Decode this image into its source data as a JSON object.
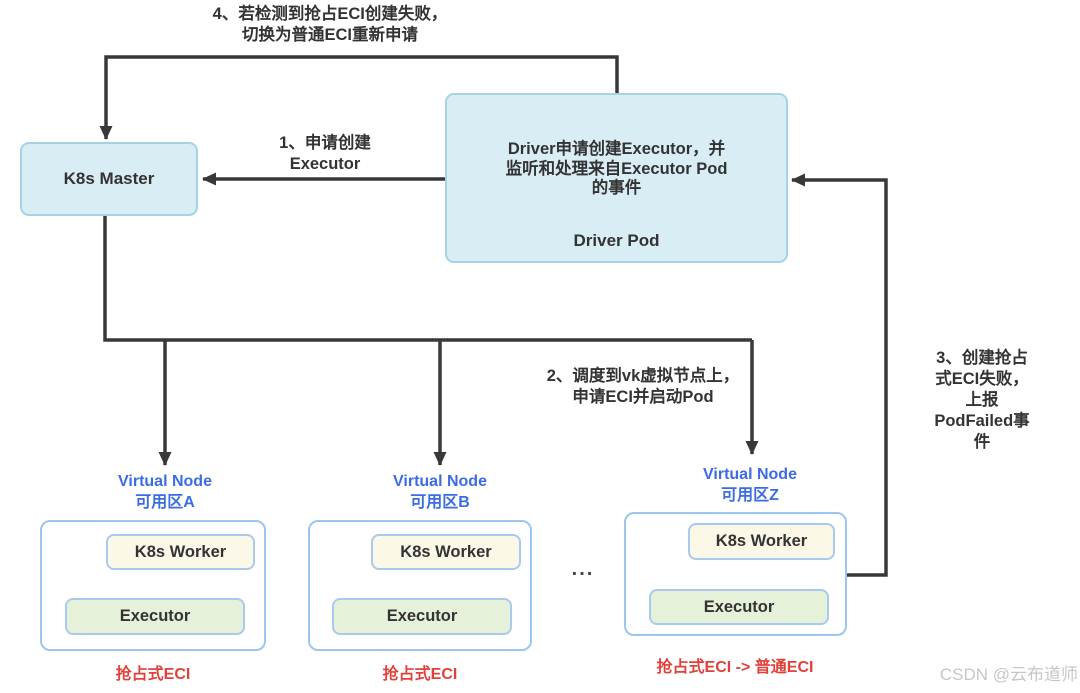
{
  "annotations": {
    "step4": "4、若检测到抢占ECI创建失败，\n切换为普通ECI重新申请",
    "step1": "1、申请创建\nExecutor",
    "step2": "2、调度到vk虚拟节点上，\n申请ECI并启动Pod",
    "step3": "3、创建抢占式ECI失败，\n上报PodFailed事件"
  },
  "nodes": {
    "k8s_master": {
      "label": "K8s Master"
    },
    "driver_pod": {
      "description": "Driver申请创建Executor，并\n监听和处理来自Executor Pod\n的事件",
      "label": "Driver Pod"
    }
  },
  "vnodes": [
    {
      "title": "Virtual Node",
      "zone": "可用区A",
      "worker_label": "K8s Worker",
      "executor_label": "Executor",
      "eci_label": "抢占式ECI"
    },
    {
      "title": "Virtual Node",
      "zone": "可用区B",
      "worker_label": "K8s Worker",
      "executor_label": "Executor",
      "eci_label": "抢占式ECI"
    },
    {
      "title": "Virtual Node",
      "zone": "可用区Z",
      "worker_label": "K8s Worker",
      "executor_label": "Executor",
      "eci_label": "抢占式ECI -> 普通ECI"
    }
  ],
  "ellipsis": "...",
  "watermark": "CSDN @云布道师",
  "colors": {
    "box_fill": "#d9edf5",
    "box_border": "#a6d2e6",
    "group_border": "#9cc6f0",
    "worker_fill": "#fbf8e8",
    "worker_border": "#a9c9ee",
    "executor_fill": "#e6f1da",
    "blue_text": "#3c6ce4",
    "red_text": "#e2403a",
    "line": "#383838",
    "watermark": "#c6c6c6"
  }
}
